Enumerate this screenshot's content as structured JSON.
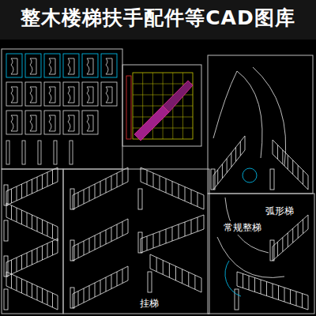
{
  "diagram": {
    "title": "整木楼梯扶手配件等CAD图库",
    "labels": [
      "常规整梯",
      "弧形梯",
      "挂梯"
    ]
  }
}
